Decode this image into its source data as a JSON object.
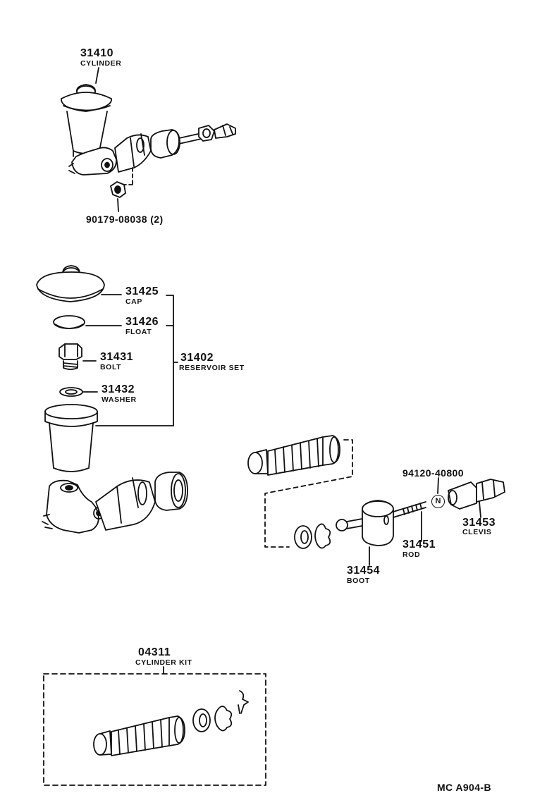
{
  "parts": {
    "cylinder": {
      "number": "31410",
      "name": "CYLINDER"
    },
    "nut": {
      "number": "90179-08038 (2)"
    },
    "cap": {
      "number": "31425",
      "name": "CAP"
    },
    "float": {
      "number": "31426",
      "name": "FLOAT"
    },
    "bolt": {
      "number": "31431",
      "name": "BOLT"
    },
    "washer": {
      "number": "31432",
      "name": "WASHER"
    },
    "reservoir_set": {
      "number": "31402",
      "name": "RESERVOIR SET"
    },
    "nut_n": {
      "number": "94120-40800",
      "marker": "N"
    },
    "clevis": {
      "number": "31453",
      "name": "CLEVIS"
    },
    "rod": {
      "number": "31451",
      "name": "ROD"
    },
    "boot": {
      "number": "31454",
      "name": "BOOT"
    },
    "cylinder_kit": {
      "number": "04311",
      "name": "CYLINDER KIT"
    }
  },
  "footer": {
    "diagram_ref": "MC  A904-B"
  }
}
